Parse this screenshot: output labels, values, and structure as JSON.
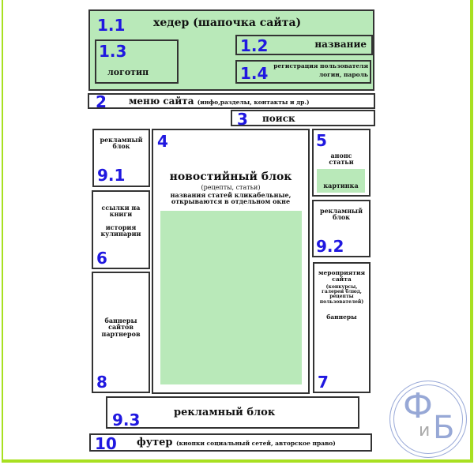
{
  "header": {
    "num": "1.1",
    "title": "хедер (шапочка сайта)",
    "logo_block": {
      "num": "1.3",
      "label": "логотип"
    },
    "name_block": {
      "num": "1.2",
      "label": "название"
    },
    "reg_block": {
      "num": "1.4",
      "line1": "регистрация пользователя",
      "line2": "логин, пароль"
    }
  },
  "menu": {
    "num": "2",
    "label": "меню сайта",
    "sub": "(инфо,разделы, контакты и др.)"
  },
  "search": {
    "num": "3",
    "label": "поиск"
  },
  "ad1": {
    "num": "9.1",
    "line1": "рекламный",
    "line2": "блок"
  },
  "news": {
    "num": "4",
    "title": "новостийный блок",
    "sub": "(рецепты, статьи)",
    "line1": "названия статей кликабельные,",
    "line2": "открываются в отдельном окне"
  },
  "announce": {
    "num": "5",
    "line1": "анонс",
    "line2": "статьи",
    "image": "картинка"
  },
  "ad2": {
    "num": "9.2",
    "line1": "рекламный",
    "line2": "блок"
  },
  "links": {
    "num": "6",
    "line1": "ссылки на",
    "line2": "книги",
    "line3": "история",
    "line4": "кулинарии"
  },
  "partners": {
    "num": "8",
    "line1": "баннеры",
    "line2": "сайтов",
    "line3": "партнеров"
  },
  "events": {
    "num": "7",
    "line1": "мероприятия",
    "line2": "сайта",
    "line3": "(конкурсы,",
    "line4": "галереи блюд,",
    "line5": "рецепты",
    "line6": "пользователей)",
    "line7": "баннеры"
  },
  "ad3": {
    "num": "9.3",
    "label": "рекламный блок"
  },
  "footer": {
    "num": "10",
    "label": "футер",
    "sub": "(кнопки социальный сетей, авторское право)"
  },
  "watermark": {
    "l1": "Ф",
    "l2": "и",
    "l3": "Б"
  }
}
